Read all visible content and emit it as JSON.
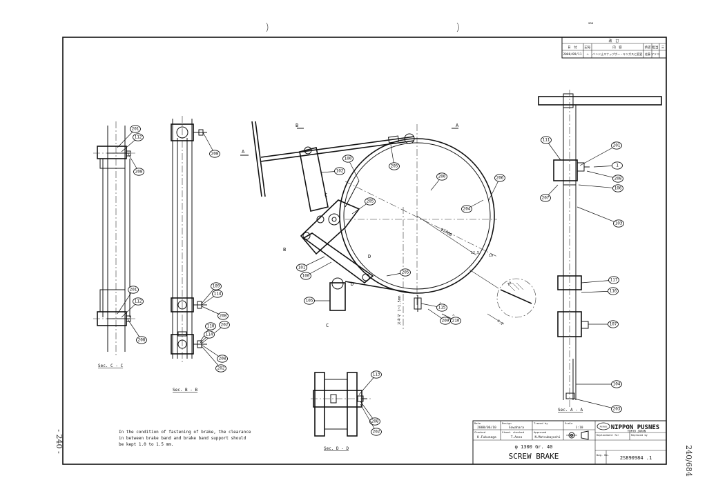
{
  "page": {
    "left_number": "- 240 -",
    "right_number": "240/684",
    "corner_mark": "aaa"
  },
  "revision_table": {
    "title": "改　訂",
    "headers": [
      "日　付",
      "記号",
      "内　容",
      "承認",
      "担当",
      "三"
    ],
    "row": [
      "2008/09/11",
      "⚠",
      "バンド止スナップボー・キリガスに変更",
      "佐藤",
      "マリコ"
    ]
  },
  "views": {
    "sec_cc": "Sec. C - C",
    "sec_bb": "Sec. B - B",
    "sec_dd": "Sec. D - D",
    "sec_aa": "Sec. A - A"
  },
  "section_markers": {
    "a": "A",
    "b": "B",
    "c": "C",
    "d": "D"
  },
  "dimensions": {
    "diameter": "φ1300",
    "clearance_note": "スキマ 1~1.5mm",
    "d12": "12.5",
    "d19": "19",
    "d52": "5.2",
    "d30": "30"
  },
  "note": {
    "line1": "In the condition of fastening of brake, the clearance",
    "line2": "in between brake band and brake band support should",
    "line3": "be kept 1.0 to 1.5 mm."
  },
  "title_block": {
    "date_label": "Date",
    "date": "2008/06/10",
    "design_label": "Design",
    "design": "Sawahara",
    "traced_label": "Traced by",
    "scale_label": "Scale",
    "scale": "1:10",
    "checked_label": "Checked",
    "checked": "K.Fukunaga",
    "stand_label": "Stand. checked",
    "stand": "T.Aoso",
    "approved_label": "Approved",
    "approved": "N.Matsubayashi",
    "company": "NIPPON PUSNES",
    "company_sub": "TOKYO JAPAN",
    "logo": "PUSNES",
    "replacement_label": "Replacement for",
    "replaced_label": "Replaced by",
    "spec": "φ 1300      Gr. 40",
    "title": "SCREW BRAKE",
    "dwg_label": "Dwg. No.",
    "dwg_no": "2S890984   .1"
  },
  "part_numbers": {
    "cc": [
      "201",
      "112",
      "208",
      "201",
      "112",
      "208"
    ],
    "bb": [
      "208",
      "109",
      "114",
      "208",
      "202",
      "110",
      "114",
      "208",
      "202"
    ],
    "main": [
      "100",
      "102",
      "205",
      "200",
      "206",
      "204",
      "205",
      "101",
      "100",
      "205",
      "105",
      "115",
      "209",
      "210"
    ],
    "dd": [
      "113",
      "208",
      "202"
    ],
    "aa": [
      "111",
      "201",
      "1",
      "208",
      "106",
      "207",
      "103",
      "117",
      "116",
      "107",
      "104",
      "203"
    ]
  },
  "icons": {
    "warning": "warning-triangle-icon",
    "projection": "third-angle-projection-icon"
  }
}
